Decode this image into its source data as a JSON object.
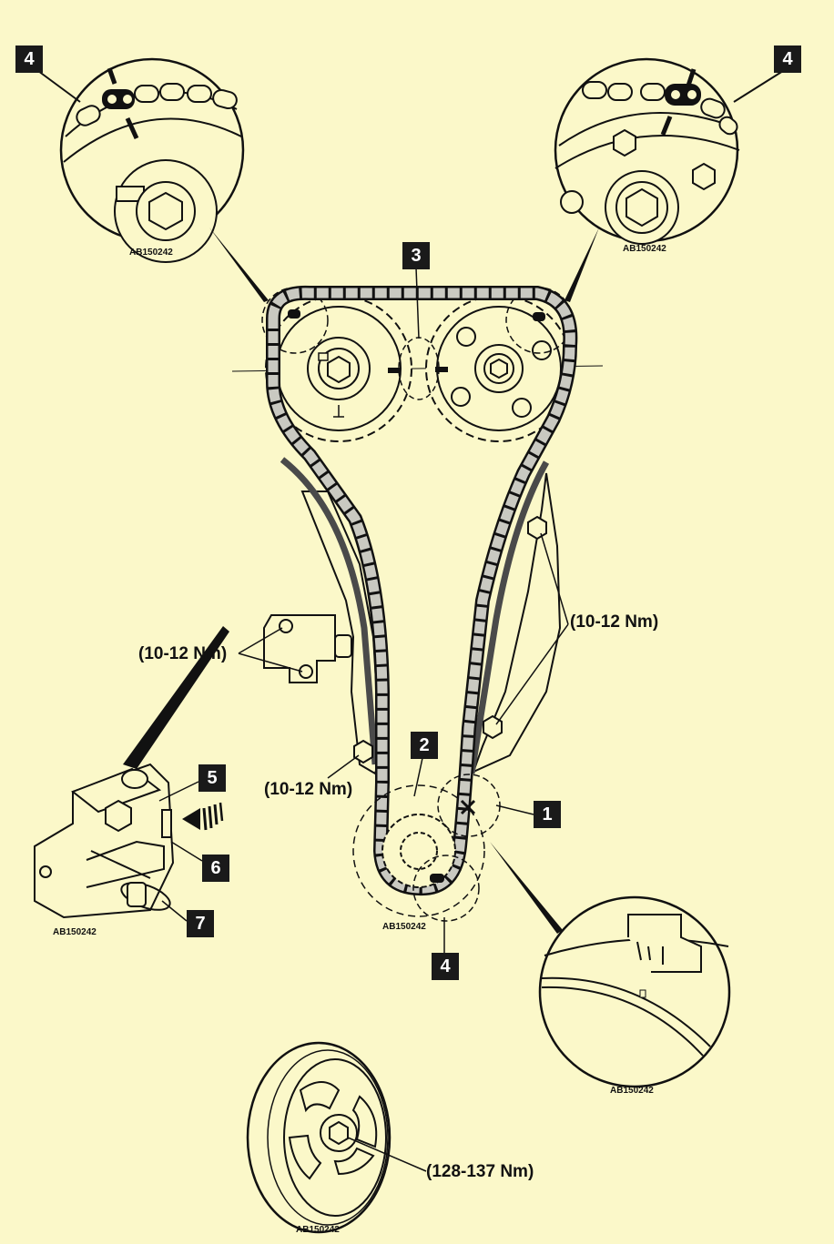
{
  "colors": {
    "background": "#fbf8c9",
    "ink": "#111111",
    "chain_fill": "#c9c9c1",
    "guide_dark": "#4a4a4a",
    "callout_bg": "#1a1a1a",
    "callout_text": "#ffffff"
  },
  "callouts": {
    "top_left_4": "4",
    "top_right_4": "4",
    "center_3": "3",
    "crank_2": "2",
    "crank_1": "1",
    "crank_bottom_4": "4",
    "tensioner_5": "5",
    "tensioner_6": "6",
    "tensioner_7": "7"
  },
  "torques": {
    "tensioner_bolts": "(10-12 Nm)",
    "right_guide_bolts": "(10-12 Nm)",
    "left_guide_bolt": "(10-12 Nm)",
    "crank_pulley_bolt": "(128-137 Nm)"
  },
  "reference_codes": {
    "detail_top_left": "AB150242",
    "detail_top_right": "AB150242",
    "detail_tensioner": "AB150242",
    "detail_crank_gear": "AB150242",
    "detail_crank_mark": "AB150242",
    "detail_pulley": "AB150242"
  },
  "icons": {
    "arrow": "push-arrow-icon",
    "timing_mark": "timing-mark-icon"
  }
}
